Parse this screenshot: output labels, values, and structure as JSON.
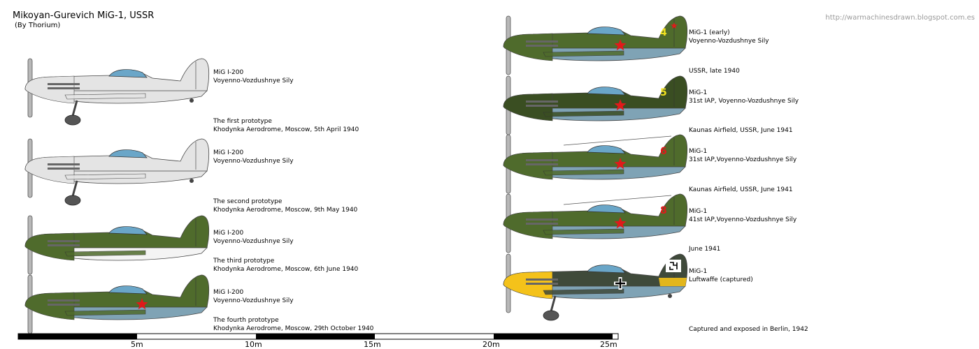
{
  "header": {
    "title": "Mikoyan-Gurevich MiG-1, USSR",
    "subtitle": "(By Thorium)",
    "url": "http://warmachinesdrawn.blogspot.com.es"
  },
  "left_column": [
    {
      "designation": "MiG I-200",
      "operator": "Voyenno-Vozdushnye Sily",
      "caption_1": "The first prototype",
      "caption_2": "Khodynka Aerodrome, Moscow, 5th April 1940",
      "scheme": "grey"
    },
    {
      "designation": "MiG I-200",
      "operator": "Voyenno-Vozdushnye Sily",
      "caption_1": "The second prototype",
      "caption_2": "Khodynka Aerodrome, Moscow, 9th May 1940",
      "scheme": "grey"
    },
    {
      "designation": "MiG I-200",
      "operator": "Voyenno-Vozdushnye Sily",
      "caption_1": "The third prototype",
      "caption_2": "Khodynka Aerodrome, Moscow, 6th June 1940",
      "scheme": "green-white"
    },
    {
      "designation": "MiG I-200",
      "operator": "Voyenno-Vozdushnye Sily",
      "caption_1": "The fourth prototype",
      "caption_2": "Khodynka Aerodrome, Moscow, 29th October 1940",
      "scheme": "green-blue"
    }
  ],
  "right_column": [
    {
      "designation": "MiG-1 (early)",
      "operator": "Voyenno-Vozdushnye Sily",
      "caption": "USSR, late 1940",
      "tail_number": "4",
      "scheme": "green-blue"
    },
    {
      "designation": "MiG-1",
      "operator": "31st IAP, Voyenno-Vozdushnye Sily",
      "caption": "Kaunas Airfield, USSR, June 1941",
      "tail_number": "5",
      "scheme": "dark-green"
    },
    {
      "designation": "MiG-1",
      "operator": "31st IAP,Voyenno-Vozdushnye Sily",
      "caption": "Kaunas Airfield, USSR, June 1941",
      "tail_number": "6",
      "scheme": "camo"
    },
    {
      "designation": "MiG-1",
      "operator": "41st IAP,Voyenno-Vozdushnye Sily",
      "caption": "June 1941",
      "tail_number": "8",
      "scheme": "camo"
    },
    {
      "designation": "MiG-1",
      "operator": "Luftwaffe (captured)",
      "caption": "Captured and exposed in Berlin, 1942",
      "tail_number": "",
      "scheme": "luftwaffe"
    }
  ],
  "scale_bar": {
    "labels": [
      "5m",
      "10m",
      "15m",
      "20m",
      "25m"
    ]
  },
  "colors": {
    "grey": "#e4e4e4",
    "soviet_green": "#4f6b2c",
    "dark_green": "#3a4e22",
    "underside_blue": "#7fa3b5",
    "white_under": "#f4f4f4",
    "star_red": "#e01a1a",
    "luft_yellow": "#f4c21a",
    "luft_dark": "#3f4a3a",
    "canopy": "#6aa6c8"
  }
}
